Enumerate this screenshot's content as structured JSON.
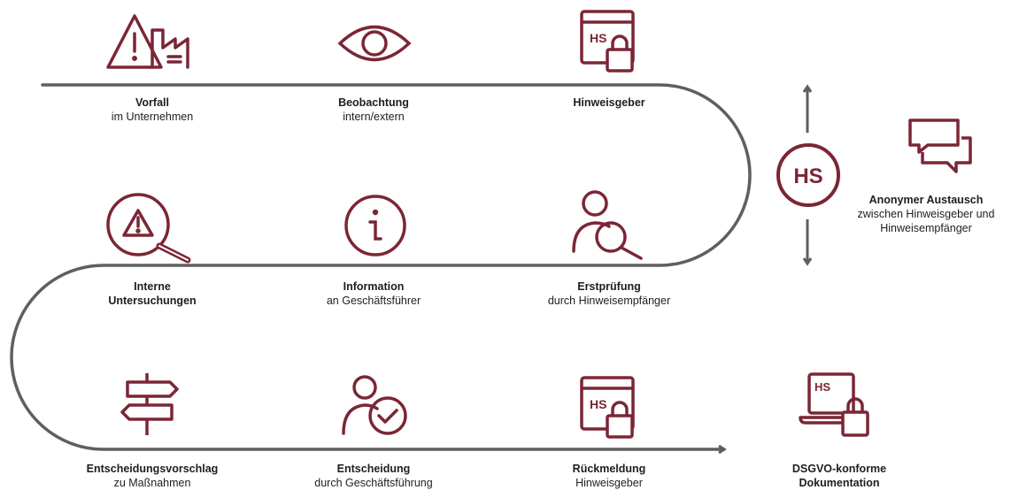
{
  "colors": {
    "accent": "#7b2635",
    "path": "#5f5f5f",
    "text": "#1e1e1e"
  },
  "hs_badge": "HS",
  "steps": [
    {
      "id": "vorfall",
      "title": "Vorfall",
      "subtitle": "im Unternehmen",
      "icon": "warning-factory-icon"
    },
    {
      "id": "beobachtung",
      "title": "Beobachtung",
      "subtitle": "intern/extern",
      "icon": "eye-icon"
    },
    {
      "id": "hinweisgeber",
      "title": "Hinweisgeber",
      "subtitle": "",
      "icon": "hs-window-lock-icon"
    },
    {
      "id": "erstpruefung",
      "title": "Erstprüfung",
      "subtitle": "durch Hinweisempfänger",
      "icon": "person-search-icon"
    },
    {
      "id": "information",
      "title": "Information",
      "subtitle": "an Geschäftsführer",
      "icon": "info-icon"
    },
    {
      "id": "interne",
      "title": "Interne",
      "title2": "Untersuchungen",
      "icon": "warning-magnifier-icon"
    },
    {
      "id": "entscheidungsvorschlag",
      "title": "Entscheidungsvorschlag",
      "subtitle": "zu Maßnahmen",
      "icon": "signpost-icon"
    },
    {
      "id": "entscheidung",
      "title": "Entscheidung",
      "subtitle": "durch Geschäftsführung",
      "icon": "person-check-icon"
    },
    {
      "id": "rueckmeldung",
      "title": "Rückmeldung",
      "subtitle": "Hinweisgeber",
      "icon": "hs-window-lock-icon"
    }
  ],
  "exchange": {
    "title": "Anonymer Austausch",
    "line1": "zwischen Hinweisgeber und",
    "line2": "Hinweisempfänger",
    "icon": "chat-bubbles-icon"
  },
  "documentation": {
    "title": "DSGVO-konforme",
    "title2": "Dokumentation",
    "icon": "hs-laptop-lock-icon"
  }
}
